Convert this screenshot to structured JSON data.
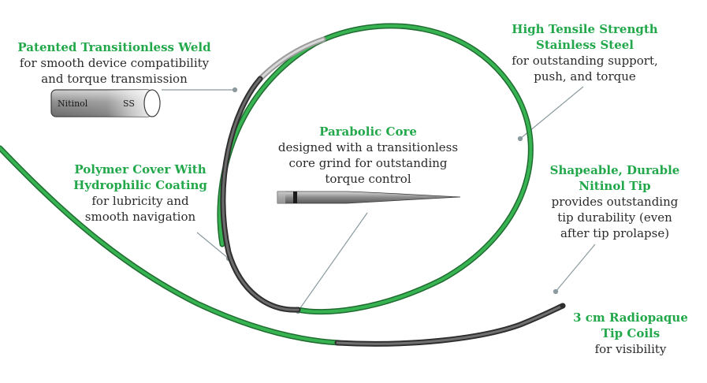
{
  "callouts": {
    "weld": {
      "title": "Patented Transitionless Weld",
      "desc": "for smooth device compatibility\nand torque transmission"
    },
    "steel": {
      "title": "High Tensile Strength\nStainless Steel",
      "desc": "for outstanding support,\npush, and torque"
    },
    "core": {
      "title": "Parabolic Core",
      "desc": "designed with a transitionless\ncore grind for outstanding\ntorque control"
    },
    "polymer": {
      "title": "Polymer Cover With\nHydrophilic Coating",
      "desc": "for lubricity and\nsmooth navigation"
    },
    "nitinol": {
      "title": "Shapeable, Durable\nNitinol Tip",
      "desc": "provides outstanding\ntip durability (even\nafter tip prolapse)"
    },
    "coils": {
      "title": "3 cm Radiopaque\nTip Coils",
      "desc": "for visibility"
    }
  },
  "cylinder": {
    "left_label": "Nitinol",
    "right_label": "SS"
  },
  "colors": {
    "accent_green": "#22a84a",
    "wire_green": "#2e9b46",
    "wire_dark": "#4a4a4a",
    "leader": "#8a9a9f"
  }
}
